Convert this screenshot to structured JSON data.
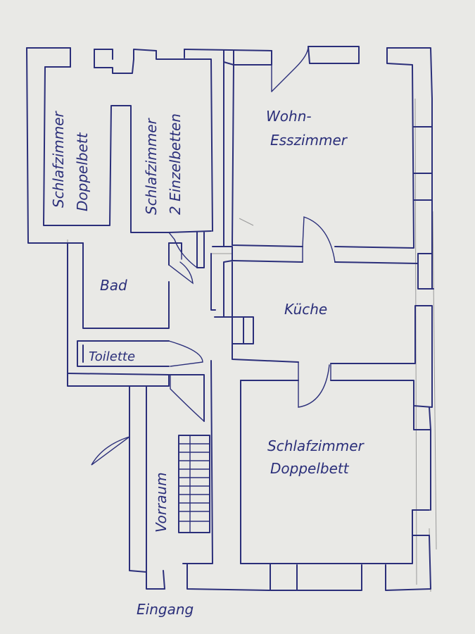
{
  "rooms": {
    "bedroom_double_left": {
      "line1": "Schlafzimmer",
      "line2": "Doppelbett"
    },
    "bedroom_twin": {
      "line1": "Schlafzimmer",
      "line2": "2 Einzelbetten"
    },
    "living_dining": {
      "line1": "Wohn-",
      "line2": "Esszimmer"
    },
    "bathroom": {
      "label": "Bad"
    },
    "kitchen": {
      "label": "Küche"
    },
    "toilet": {
      "label": "Toilette"
    },
    "bedroom_double_right": {
      "line1": "Schlafzimmer",
      "line2": "Doppelbett"
    },
    "vestibule": {
      "label": "Vorraum"
    }
  },
  "entrance": {
    "label": "Eingang"
  },
  "colors": {
    "ink": "#2b2f7a",
    "paper": "#e9e9e6",
    "pencil": "#9a9a9a"
  }
}
